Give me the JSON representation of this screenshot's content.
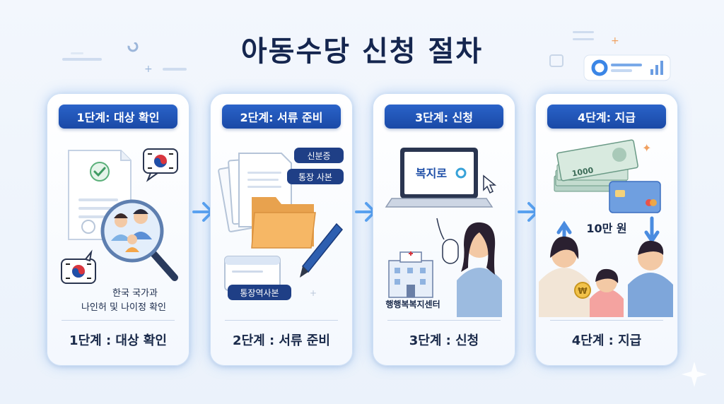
{
  "title": "아동수당 신청 절차",
  "steps": [
    {
      "pill": "1단계: 대상 확인",
      "footer": "1단계 : 대상 확인",
      "notes": [
        "한국 국가과",
        "나인허 및 나이정 확인"
      ]
    },
    {
      "pill": "2단계: 서류 준비",
      "footer": "2단계 : 서류 준비",
      "tags": [
        "신분증",
        "통장 사본",
        "통장역사본"
      ]
    },
    {
      "pill": "3단계: 신청",
      "footer": "3단계 : 신청",
      "screen_text": "복지로",
      "center_label": "행행복복지센터"
    },
    {
      "pill": "4단계: 지급",
      "footer": "4단계 : 지급",
      "amount": "10만 원",
      "bill_value": "1000"
    }
  ],
  "colors": {
    "primary": "#1f56b8",
    "title": "#15264f",
    "glow": "#4a90e2",
    "folder": "#f6b765"
  },
  "icons": [
    "check-icon",
    "magnifier-icon",
    "korea-flag-icon",
    "document-icon",
    "folder-icon",
    "pen-icon",
    "laptop-icon",
    "cursor-icon",
    "mouse-icon",
    "building-icon",
    "money-stack-icon",
    "card-icon",
    "coin-icon"
  ]
}
